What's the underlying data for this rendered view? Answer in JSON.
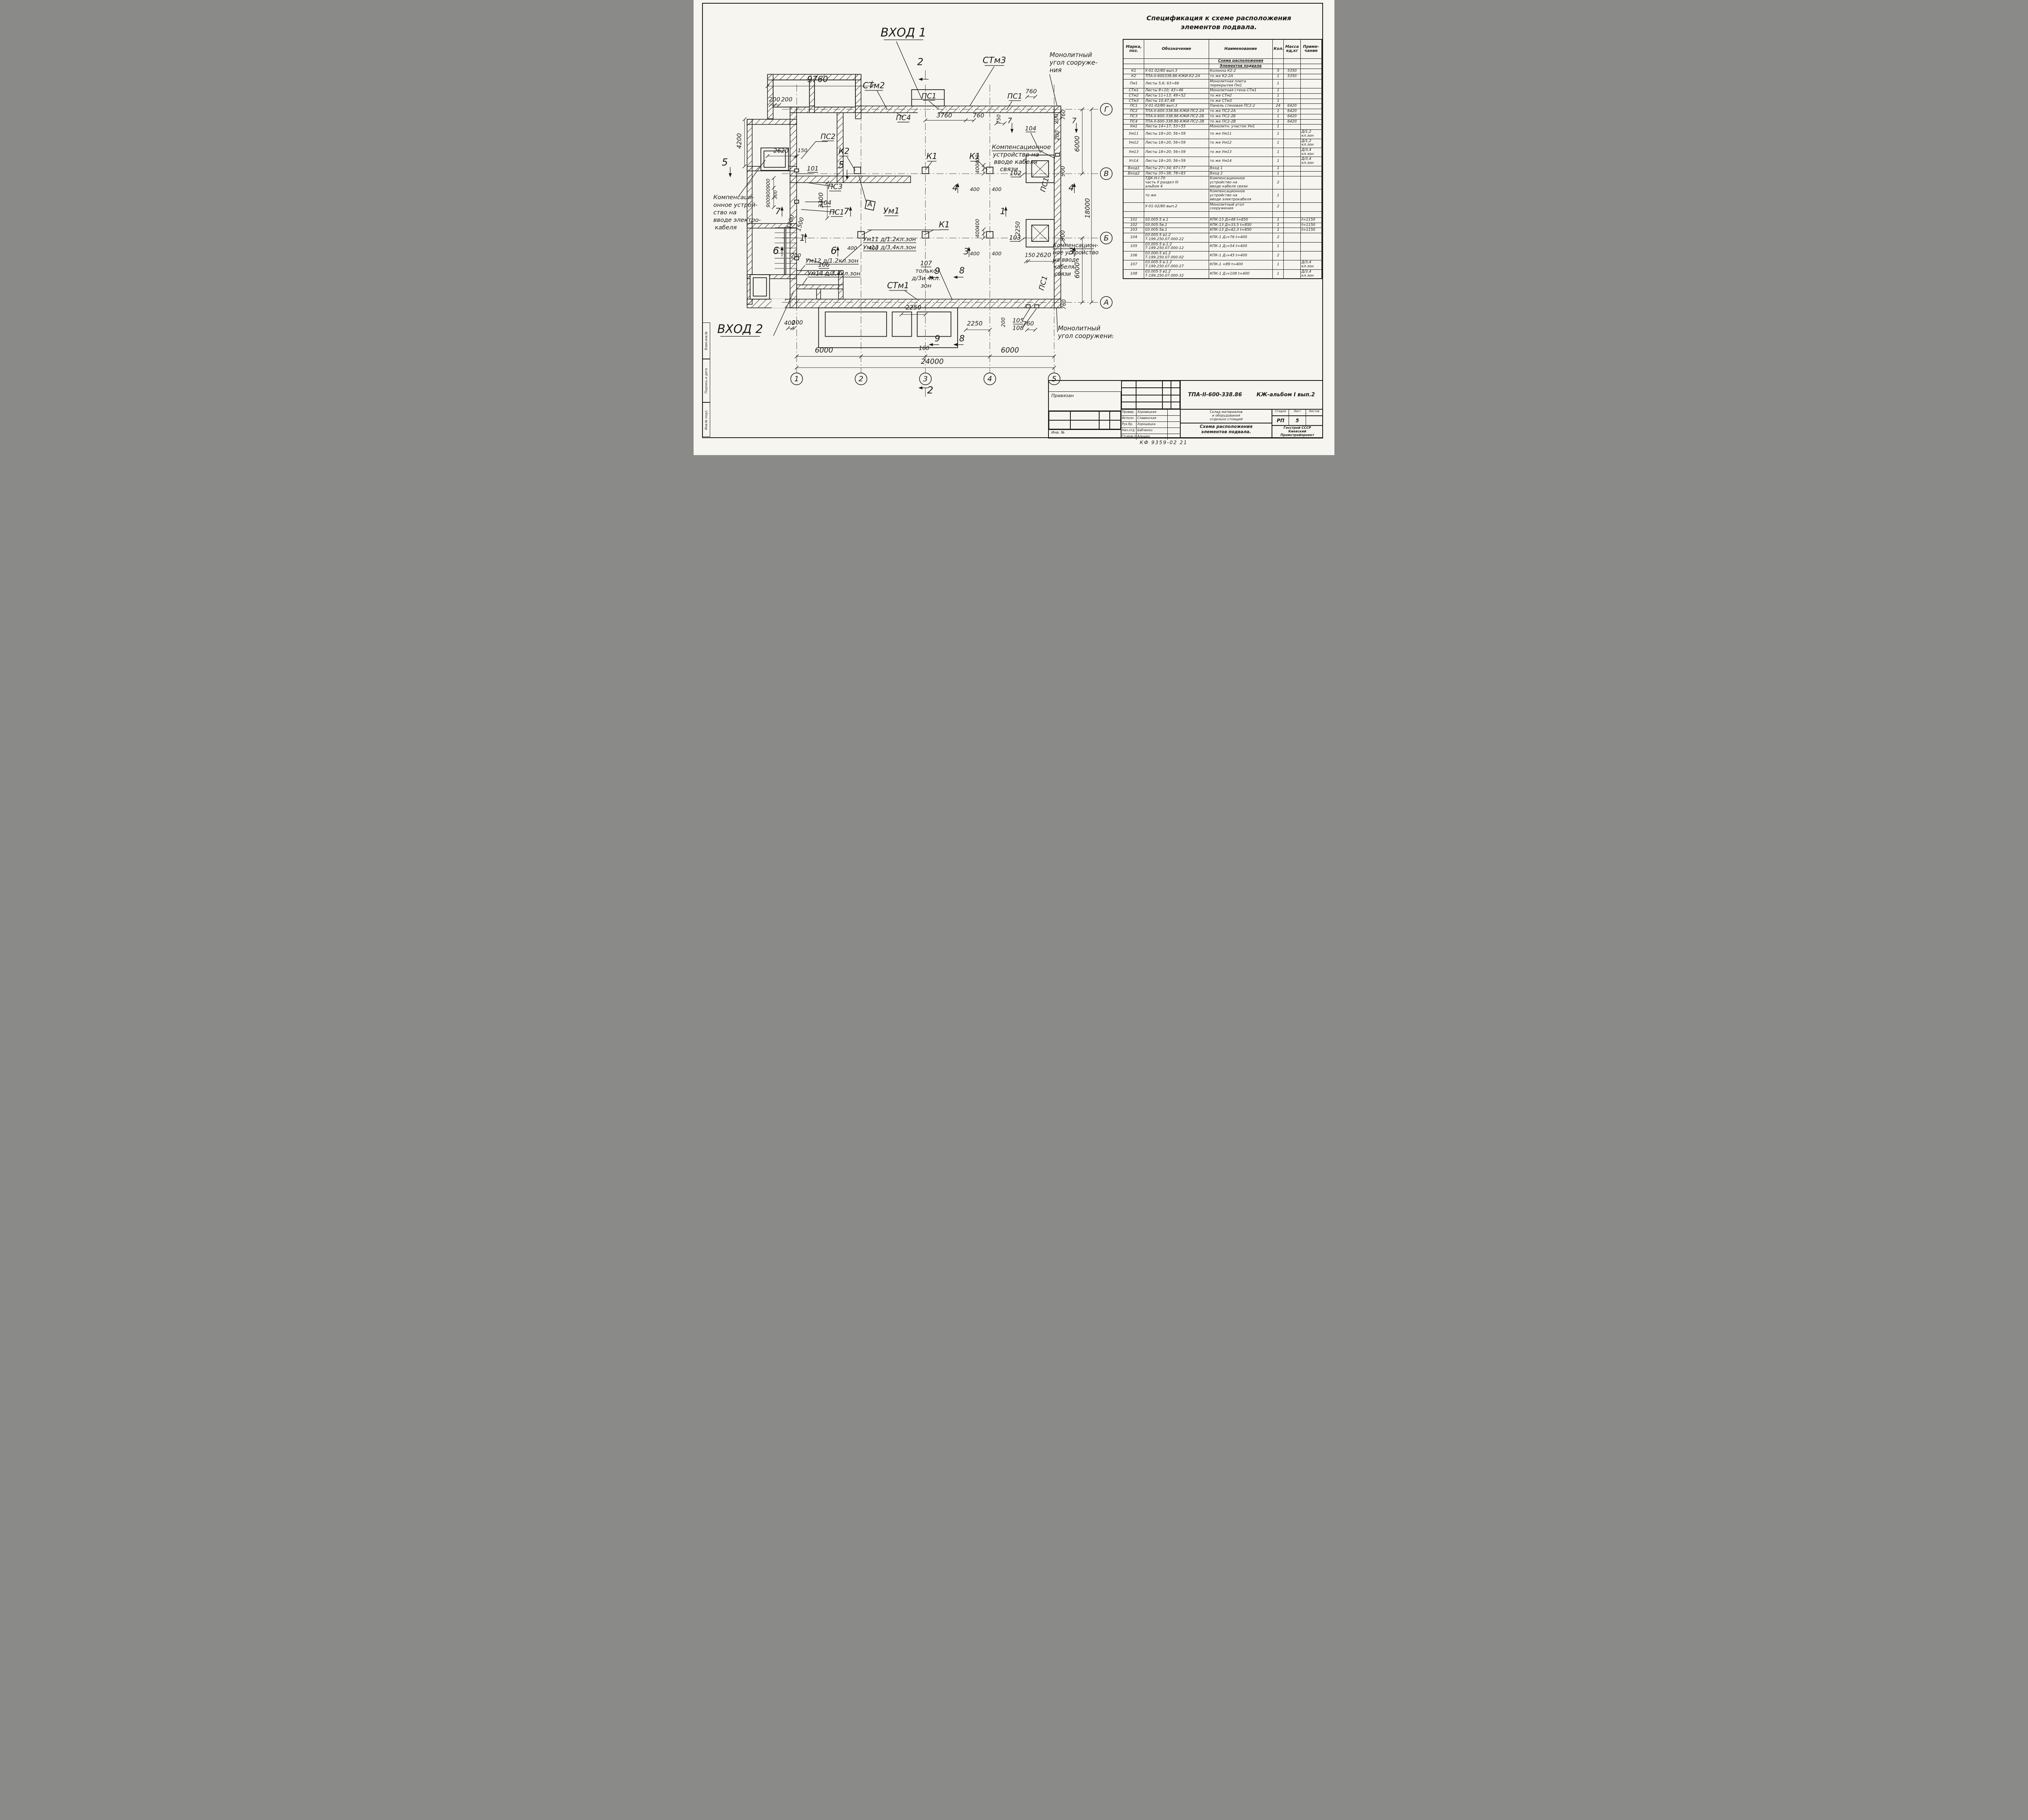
{
  "sheet": {
    "doc_number": "ТПА-II-600-338.86",
    "album": "КЖ-альбом I вып.2",
    "project": "Склад материалов\nи оборудования\nотдельно стоящий",
    "sheet_title": "Схема расположения\nэлементов подвала.",
    "stage_label": "Стадия",
    "stage": "РП",
    "sheet_label": "Лист",
    "sheet_no": "5",
    "sheets_label": "Листов",
    "sheets": "",
    "org": "Госстрой СССР\nКиевский\nПромстройпроект",
    "privyazan": "Привязан",
    "inv_no": "Инв. №",
    "stamp": "КФ 9359-02  21",
    "edge_labels": [
      "Взам.инв.№",
      "Подпись и дата",
      "Инв.№ подл."
    ],
    "signatures": [
      [
        "Провер.",
        "Хоровецкая"
      ],
      [
        "Исполн",
        "Славинская"
      ],
      [
        "Рук.бр.",
        "Хорошецка"
      ],
      [
        "Нач.отд",
        "Бабченко"
      ],
      [
        "Гл.инж.пр",
        "Альшиц"
      ]
    ]
  },
  "spec": {
    "title_line1": "Спецификация  к  схеме  расположения",
    "title_line2": "элементов  подвала.",
    "headers": [
      "Марка,\nпоз.",
      "Обозначение",
      "Наименование",
      "Кол.",
      "Масса\nед,кг",
      "Приме-\nчание"
    ],
    "rows": [
      [
        "",
        "",
        "Схема расположения",
        "",
        "",
        ""
      ],
      [
        "",
        "",
        "Элементов подвала",
        "",
        "",
        ""
      ],
      [
        "К1",
        "У-01-02/80 вып.3",
        "Колонна К2-2",
        "5",
        "5350",
        ""
      ],
      [
        "К2",
        "ТПА-II-600338.86-КЖИ-К2-2А",
        "то же  К2-2А",
        "1",
        "5350",
        ""
      ],
      [
        "Пм1",
        "Листы 5,6; 63÷66",
        "Монолитная плита\nперекрытия Пм1",
        "1",
        "",
        ""
      ],
      [
        "СТм1",
        "Листы 8÷10; 43÷46",
        "Монолитная стена СТм1",
        "1",
        "",
        ""
      ],
      [
        "СТм2",
        "Листы 11÷13; 49÷52",
        "то же  СТм2",
        "1",
        "",
        ""
      ],
      [
        "СТм3",
        "Листы 10,47,48",
        "то же  СТм3",
        "1",
        "",
        ""
      ],
      [
        "ПС1",
        "У-01-02/80 вып.3",
        "Панель стеновая ПС2-2",
        "24",
        "6420",
        ""
      ],
      [
        "ПС2",
        "ТПА-II-600-338.86-КЖИ-ПС2-2А",
        "то же  ПС2-2А",
        "1",
        "6420",
        ""
      ],
      [
        "ПС3",
        "ТПА-II-600-338.86-КЖИ-ПС2-2Б",
        "то же  ПС2-2Б",
        "1",
        "6420",
        ""
      ],
      [
        "ПС4",
        "ТПА-II-600-338.86-КЖИ-ПС2-2В",
        "то же  ПС2-2В",
        "1",
        "6420",
        ""
      ],
      [
        "Ум1",
        "Листы 14÷17; 53÷55",
        "Монолитн. участок Ум1",
        "1",
        "",
        ""
      ],
      [
        "Ум11",
        "Листы 18÷20; 56÷59",
        "то же  Ум11",
        "1",
        "",
        "Д/1,2\nкл.зон"
      ],
      [
        "Ум12",
        "Листы 18÷20; 56÷59",
        "то же  Ум12",
        "1",
        "",
        "Д/1,2\nкл.зон"
      ],
      [
        "Ум13",
        "Листы 18÷20; 56÷59",
        "то же  Ум13",
        "1",
        "",
        "Д/3,4\nкл.зон"
      ],
      [
        "Уп14",
        "Листы 18÷20; 56÷59",
        "то же  Ум14",
        "1",
        "",
        "Д/3,4\nкл.зон"
      ],
      [
        "Вход1",
        "Листы 27÷34; 67÷77",
        "Вход 1",
        "1",
        "",
        ""
      ],
      [
        "Вход2",
        "Листы 35÷38; 78÷83",
        "Вход 2",
        "1",
        "",
        ""
      ],
      [
        "",
        "ТДК-Н-I-70\nчасть II раздел III\nальбом 4",
        "Компенсационное\nустройство на\nвводе кабеля связи",
        "2",
        "",
        ""
      ],
      [
        "",
        "то же",
        "Компенсационное\nустройство на\nвводе электрокабеля",
        "1",
        "",
        ""
      ],
      [
        "",
        "У-01-02/80 вып.2",
        "Монолитный угол\nсооружения",
        "2",
        "",
        ""
      ],
      [
        "",
        "",
        "",
        "",
        "",
        ""
      ],
      [
        "101",
        "03.005-5 в.1",
        "КПК-13 Д=48  t=850",
        "1",
        "",
        "ℓ=1150"
      ],
      [
        "102",
        "03.005-5в.1",
        "КПК-13 Д=33,5 t=850",
        "1",
        "",
        "ℓ=1150"
      ],
      [
        "103",
        "03.005-5в.1",
        "КПК-13 Д=42,3 t=850",
        "1",
        "",
        "ℓ=1150"
      ],
      [
        "104",
        "03.005-5 в1.2\nТ-199.250.07.000-22",
        "КПК-1 Д₁=76  t=400",
        "2",
        "",
        ""
      ],
      [
        "105",
        "03.005-5 в.1.2\nТ-199.250.07.000-12",
        "КПК-1 Д₁=54  t=400",
        "1",
        "",
        ""
      ],
      [
        "106",
        "03.000-5 в1.2\nТ-199.250.07.000-02",
        "КПК-1 Д₁=45  t=400",
        "2",
        "",
        ""
      ],
      [
        "107",
        "03.005-5 в.1.2\nТ-199.250.07.000-27",
        "КПК-1  =89  t=400",
        "1",
        "",
        "Д/3,4\nкл.зон"
      ],
      [
        "108",
        "03.005-5 в1.2\nТ-199.250.07.000-32",
        "КПК-1 Д₁=108 t=400",
        "1",
        "",
        "Д/3,4\nкл.зон"
      ]
    ]
  },
  "plan": {
    "row_axes": [
      "Г",
      "В",
      "Б",
      "А"
    ],
    "col_axes": [
      "1",
      "2",
      "3",
      "4",
      "5"
    ],
    "labels": [
      "ВХОД 1",
      "СТм3",
      "Монолитный",
      "угол сооруже-",
      "ния",
      "9760",
      "200",
      "200",
      "2",
      "СТм2",
      "ПС1",
      "ПС1",
      "760",
      "ПС4",
      "3760",
      "760",
      "750",
      "7",
      "7",
      "104",
      "200",
      "200",
      "Компенсационное",
      "устройство на",
      "вводе кабеля",
      "связи",
      "ПС1",
      "6000",
      "900",
      "18000",
      "6000",
      "760",
      "760",
      "102",
      "900",
      "103",
      "150",
      "2620",
      "2250",
      "Компенсацион-",
      "ное устройство",
      "на вводе",
      "кабеля",
      "связи",
      "ПС1",
      "4",
      "4",
      "3",
      "3",
      "1",
      "1",
      "К1",
      "К1",
      "К1",
      "К2",
      "А",
      "Ум1",
      "400",
      "400",
      "400",
      "400",
      "400",
      "400",
      "400",
      "400",
      "400",
      "400",
      "3300",
      "4200",
      "2620",
      "150",
      "5",
      "5",
      "900",
      "900",
      "900",
      "300",
      "7",
      "7",
      "1200",
      "1500",
      "6",
      "6",
      "200",
      "106",
      "101",
      "104",
      "ПС2",
      "ПС3",
      "ПС1",
      "Компенсаци-",
      "онное устрой-",
      "ство на",
      "вводе электро-",
      "кабеля",
      "Ум11 д/1.2кл.зон",
      "Ум13 д/3,4кл.зон",
      "Ум12 д/1.2кл.зон",
      "Ум14 д/3,4кл.зон",
      "107",
      "только",
      "д/3и 4кл.",
      "зон",
      "СТм1",
      "2250",
      "2250",
      "105",
      "108",
      "200",
      "760",
      "Монолитный",
      "угол сооружения",
      "9",
      "8",
      "9",
      "8",
      "160",
      "6000",
      "6000",
      "24000",
      "2",
      "ВХОД 2",
      "400",
      "200"
    ]
  }
}
